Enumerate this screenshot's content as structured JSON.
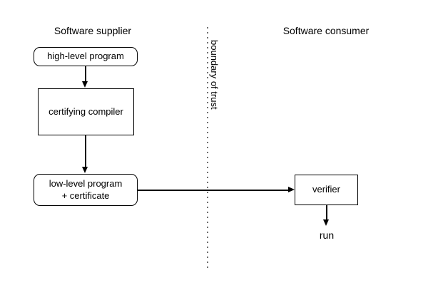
{
  "diagram": {
    "titles": {
      "supplier": "Software supplier",
      "consumer": "Software consumer"
    },
    "boundary": {
      "label": "boundary of trust"
    },
    "nodes": {
      "high_level_program": {
        "label": "high-level program",
        "shape": "rounded-rect"
      },
      "certifying_compiler": {
        "label": "certifying compiler",
        "shape": "rect"
      },
      "low_level_program": {
        "label": "low-level program\n+ certificate",
        "shape": "rounded-rect"
      },
      "verifier": {
        "label": "verifier",
        "shape": "rect"
      }
    },
    "labels": {
      "run": "run"
    },
    "colors": {
      "line": "#000000",
      "background": "#ffffff",
      "boundary_dots": "#6e6e6e"
    }
  }
}
